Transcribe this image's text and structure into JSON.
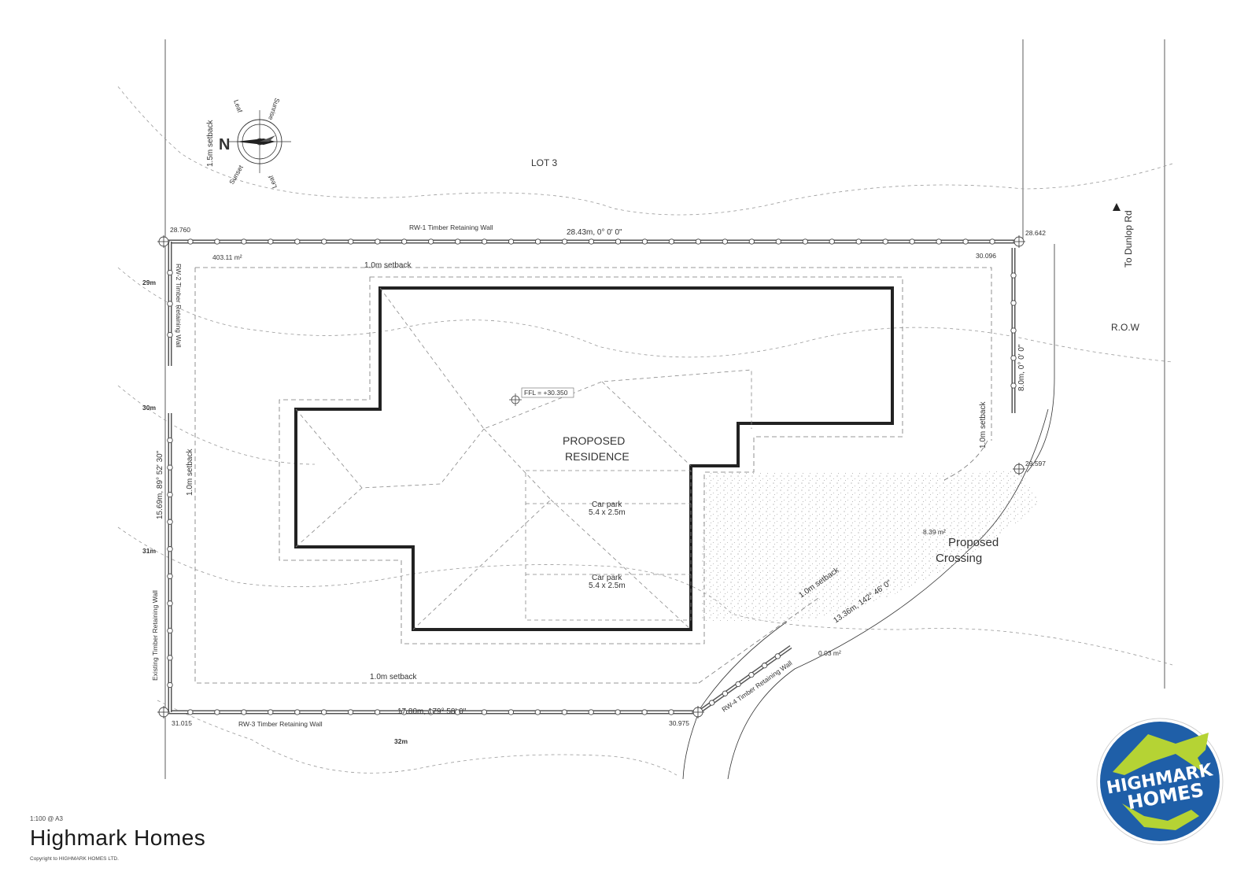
{
  "drawing": {
    "lot_label": "LOT 3",
    "row_label": "R.O.W",
    "to_road": "To Dunlop Rd",
    "north": "N",
    "compass_marks": [
      "Leaf",
      "Sunrise",
      "Sunset",
      "Leaf"
    ],
    "ffl": "FFL = +30.350",
    "residence_line1": "PROPOSED",
    "residence_line2": "RESIDENCE",
    "carpark1_line1": "Car park",
    "carpark1_line2": "5.4 x 2.5m",
    "carpark2_line1": "Car park",
    "carpark2_line2": "5.4 x 2.5m",
    "crossing_line1": "Proposed",
    "crossing_line2": "Crossing",
    "site_area": "403.11 m²",
    "crossing_area": "8.39 m²",
    "small_area": "0.03 m²",
    "setbacks": {
      "north": "1.0m setback",
      "south": "1.0m setback",
      "west": "1.0m setback",
      "east": "1.0m setback",
      "diagonal": "1.0m setback",
      "outer": "1.5m setback"
    },
    "walls": {
      "rw1": "RW-1 Timber Retaining Wall",
      "rw2": "RW-2 Timber Retaining Wall",
      "rw3": "RW-3 Timber Retaining Wall",
      "rw4": "RW-4 Timber Retaining Wall",
      "existing": "Existing Timber Retaining Wall"
    },
    "dimensions": {
      "top": "28.43m, 0° 0' 0\"",
      "left": "15.69m, 89° 52' 30\"",
      "bottom": "17.80m, 179° 58' 0\"",
      "diagonal": "13.36m, 142° 46' 0\"",
      "right": "8.0m, 0° 0' 0\""
    },
    "levels": {
      "nw": "28.760",
      "ne": "28.642",
      "ne_inner": "30.096",
      "e": "29.597",
      "sw": "31.015",
      "se": "30.975"
    },
    "contours": [
      "29m",
      "30m",
      "31m",
      "32m"
    ]
  },
  "footer": {
    "scale": "1:100 @ A3",
    "brand": "Highmark Homes",
    "copyright": "Copyright to HIGHMARK HOMES LTD."
  },
  "logo": {
    "line1": "HIGHMARK",
    "line2": "HOMES",
    "ring_color": "#1f5fa8",
    "accent_color": "#b5d334"
  }
}
